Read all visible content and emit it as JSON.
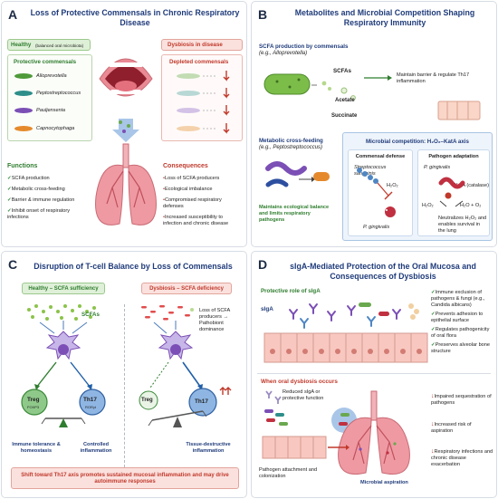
{
  "a": {
    "letter": "A",
    "title": "Loss of Protective Commensals in Chronic Respiratory Disease",
    "healthy": "Healthy",
    "healthy_sub": "(balanced oral microbiota)",
    "dysbiosis": "Dysbiosis in disease",
    "protective": "Protective commensals",
    "microbes": [
      "Alloprevotella",
      "Peptostreptococcus",
      "Pauljensenia",
      "Capnocytophaga"
    ],
    "depleted": "Depleted commensals",
    "functions_title": "Functions",
    "functions": [
      "SCFA production",
      "Metabolic cross-feeding",
      "Barrier & immune regulation",
      "Inhibit onset of respiratory infections"
    ],
    "consequences_title": "Consequences",
    "consequences": [
      "Loss of SCFA producers",
      "Ecological imbalance",
      "Compromised respiratory defenses",
      "Increased susceptibility to infection and chronic disease"
    ]
  },
  "b": {
    "letter": "B",
    "title": "Metabolites and Microbial Competition Shaping Respiratory Immunity",
    "scfa_prod": "SCFA production by commensals",
    "scfa_prod_eg": "(e.g., Alloprevotella)",
    "scfas": "SCFAs",
    "acetate": "Acetate",
    "succinate": "Succinate",
    "barrier": "Maintain barrier & regulate Th17 inflammation",
    "crossfeed": "Metabolic cross-feeding",
    "crossfeed_eg": "(e.g., Peptostreptococcus)",
    "crossfeed_result": "Maintains ecological balance and limits respiratory pathogens",
    "competition": "Microbial competition: H₂O₂–KatA axis",
    "commensal_defense": "Commensal defense",
    "pathogen_adapt": "Pathogen adaptation",
    "strep": "Streptococcus sanguinis",
    "h2o2": "H₂O₂",
    "pging": "P. gingivalis",
    "katA": "KatA (catalase)",
    "reaction": "H₂O + O₂",
    "neutralizes": "Neutralizes H₂O₂ and enables survival in the lung"
  },
  "c": {
    "letter": "C",
    "title": "Disruption of T-cell Balance by Loss of Commensals",
    "healthy": "Healthy – SCFA sufficiency",
    "dysbiosis": "Dysbiosis – SCFA deficiency",
    "scfas": "SCFAs",
    "loss": "Loss of SCFA producers → Pathobiont dominance",
    "treg": "Treg",
    "foxp3": "FOXP3",
    "th17": "Th17",
    "rorgt": "RORγt",
    "tolerance": "Immune tolerance & homeostasis",
    "controlled": "Controlled inflammation",
    "tissue": "Tissue-destructive inflammation",
    "footer": "Shift toward Th17 axis promotes sustained mucosal inflammation and may drive autoimmune responses"
  },
  "d": {
    "letter": "D",
    "title": "sIgA-Mediated Protection of the Oral Mucosa and Consequences of Dysbiosis",
    "protective_role": "Protective role of sIgA",
    "siga": "sIgA",
    "benefits": [
      "Immune exclusion of pathogens & fungi (e.g., Candida albicans)",
      "Prevents adhesion to epithelial surface",
      "Regulates pathogenicity of oral flora",
      "Preserves alveolar bone structure"
    ],
    "when": "When oral dysbiosis occurs",
    "reduced": "Reduced sIgA or protective function",
    "attachment": "Pathogen attachment and colonization",
    "aspiration": "Microbial aspiration",
    "risks": [
      "Impaired sequestration of pathogens",
      "Increased risk of aspiration",
      "Respiratory infections and chronic disease exacerbation"
    ]
  },
  "colors": {
    "title": "#1f3b7a",
    "green": "#2f7d2f",
    "red": "#c0392b",
    "purple": "#7b4fb5",
    "lung": "#e98a94"
  }
}
